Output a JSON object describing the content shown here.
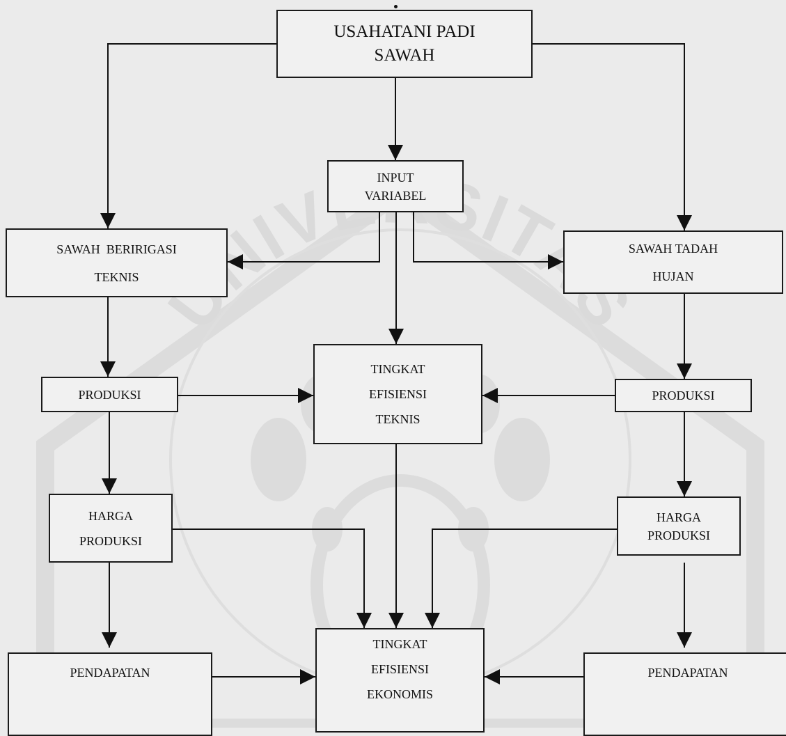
{
  "nodes": {
    "usahatani": [
      "USAHATANI PADI",
      "SAWAH"
    ],
    "input_variabel": [
      "INPUT",
      "VARIABEL"
    ],
    "sawah_beririgasi": [
      "SAWAH  BERIRIGASI",
      "TEKNIS"
    ],
    "sawah_tadah": [
      "SAWAH TADAH",
      "HUJAN"
    ],
    "produksi_left": [
      "PRODUKSI"
    ],
    "produksi_right": [
      "PRODUKSI"
    ],
    "efisiensi_teknis": [
      "TINGKAT",
      "EFISIENSI",
      "TEKNIS"
    ],
    "harga_left": [
      "HARGA",
      "PRODUKSI"
    ],
    "harga_right": [
      "HARGA",
      "PRODUKSI"
    ],
    "efisiensi_ekonomis": [
      "TINGKAT",
      "EFISIENSI",
      "EKONOMIS"
    ],
    "pendapatan_left": [
      "PENDAPATAN"
    ],
    "pendapatan_right": [
      "PENDAPATAN"
    ]
  },
  "colors": {
    "line": "#111111",
    "box_border": "#1a1a1a",
    "box_fill": "#f1f1f1",
    "background": "#ebebeb",
    "watermark": "#dadada"
  },
  "watermark": {
    "text": "UNIVERSITAS"
  }
}
